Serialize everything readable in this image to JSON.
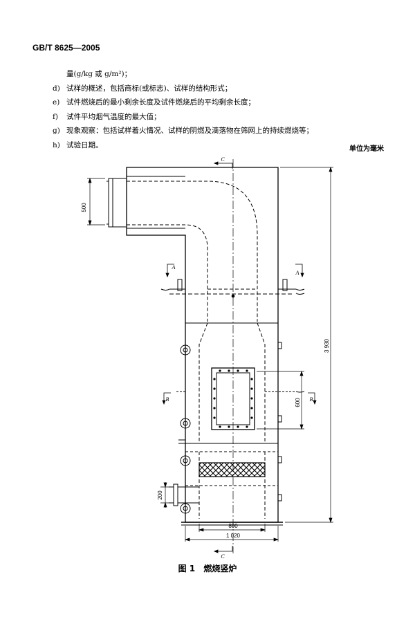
{
  "header": {
    "standard": "GB/T 8625—2005"
  },
  "items": [
    {
      "marker": "",
      "text": "量(g/kg 或 g/m²)；"
    },
    {
      "marker": "d)",
      "text": "试样的概述，包括商标(或标志)、试样的结构形式；"
    },
    {
      "marker": "e)",
      "text": "试件燃烧后的最小剩余长度及试件燃烧后的平均剩余长度；"
    },
    {
      "marker": "f)",
      "text": "试件平均烟气温度的最大值；"
    },
    {
      "marker": "g)",
      "text": "现象观察：包括试样着火情况、试样的阴燃及滴落物在筛网上的持续燃烧等；"
    },
    {
      "marker": "h)",
      "text": "试验日期。"
    }
  ],
  "unit_note": "单位为毫米",
  "figure": {
    "number": "图 1",
    "title": "燃烧竖炉",
    "dimensions": {
      "flue_opening": "500",
      "total_height": "3 930",
      "window_height": "600",
      "inlet_height": "200",
      "inner_width": "800",
      "outer_width": "1 020"
    },
    "section_labels": {
      "top_c": "C",
      "bottom_c": "C",
      "left_a": "A",
      "right_a": "A",
      "left_b": "B",
      "right_b": "B"
    }
  }
}
